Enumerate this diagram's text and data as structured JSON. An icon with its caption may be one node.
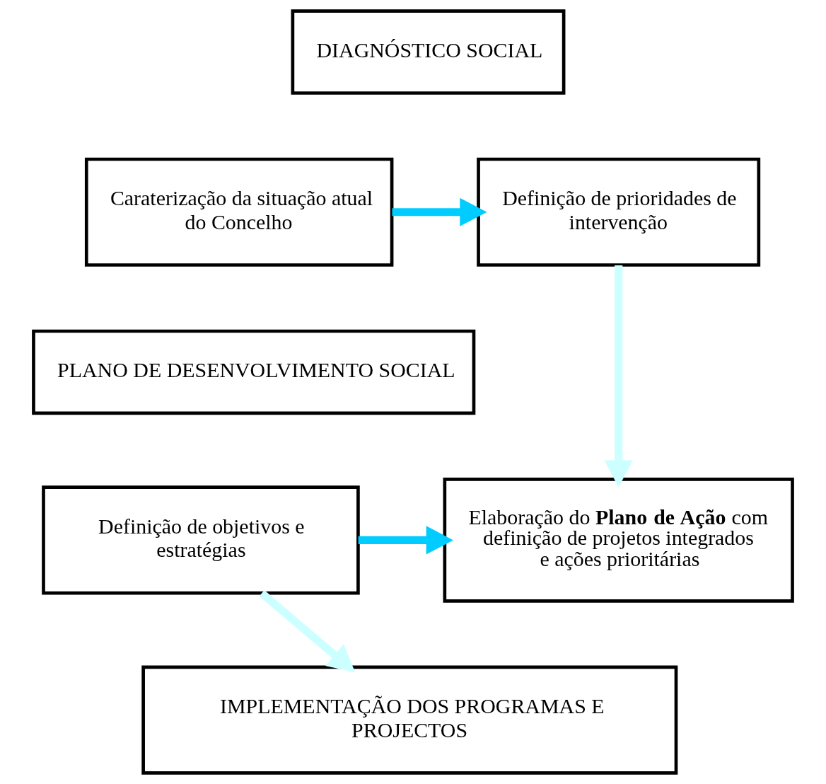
{
  "diagram": {
    "nodes": [
      {
        "text": [
          "DIAGNÓSTICO SOCIAL"
        ]
      },
      {
        "text": [
          "Caraterização da situação atual do Concelho"
        ]
      },
      {
        "text": [
          "Definição de prioridades de intervenção"
        ]
      },
      {
        "text": [
          "PLANO DE DESENVOLVIMENTO SOCIAL"
        ]
      },
      {
        "text": [
          "Definição de objetivos e estratégias"
        ]
      },
      {
        "text": [
          "Elaboração do **Plano de Ação** com definição de projetos integrados e ações prioritárias"
        ]
      },
      {
        "text": [
          "IMPLEMENTAÇÃO DOS PROGRAMAS E PROJECTOS"
        ]
      }
    ],
    "edges": [
      {
        "from": 1,
        "to": 2,
        "arrow": "to",
        "color": "#00ccff"
      },
      {
        "from": 2,
        "to": 5,
        "arrow": "to",
        "color": "#ccffff"
      },
      {
        "from": 4,
        "to": 5,
        "arrow": "to",
        "color": "#00ccff"
      },
      {
        "from": 4,
        "to": 6,
        "arrow": "to",
        "color": "#ccffff"
      }
    ]
  }
}
